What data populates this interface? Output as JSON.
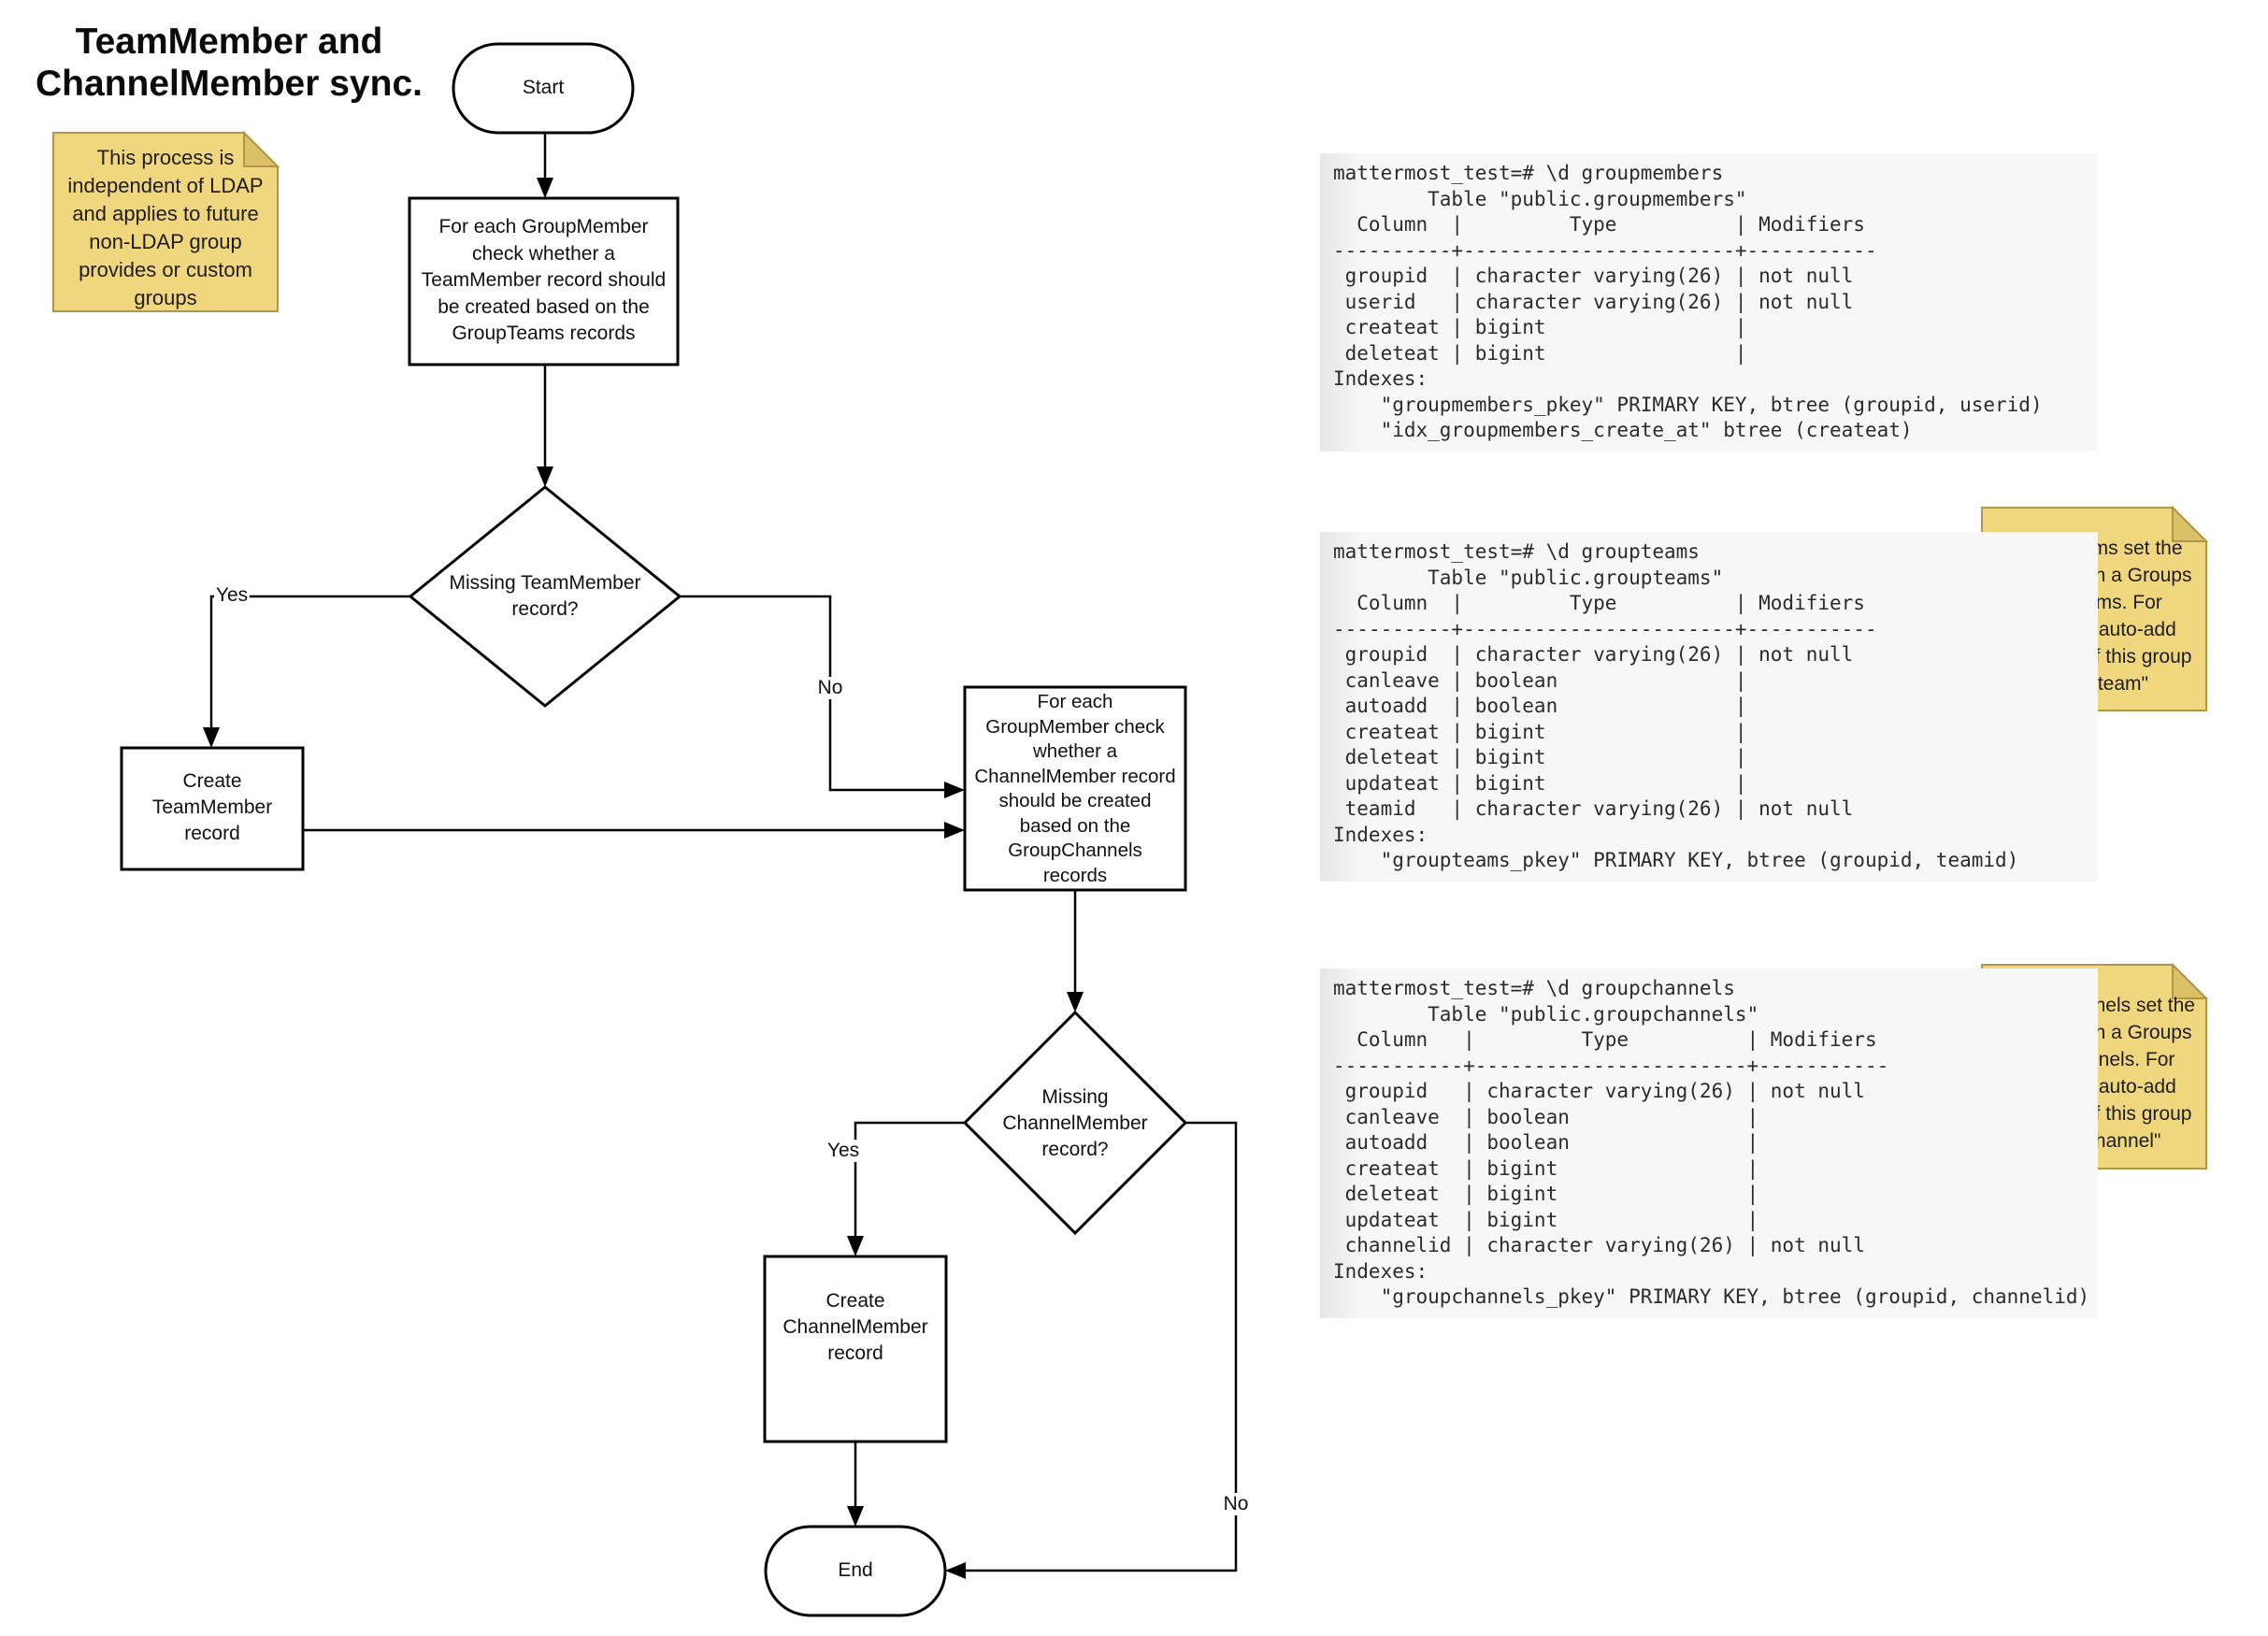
{
  "title": "TeamMember and\nChannelMember sync.",
  "notes": {
    "process_note": "This process is\nindependent of LDAP\nand applies to future\nnon-LDAP group\nprovides or custom\ngroups",
    "groupteams_note": "GroupTeams set the\nlink between a Groups\nand Teams. For\nexample \"auto-add\nmembers of this group\nto this team\"",
    "groupchannels_note": "GroupChannels set the\nlink between a Groups\nand Channels. For\nexample \"auto-add\nmembers of this group\nto this channel\""
  },
  "flowchart": {
    "start": "Start",
    "check_teammember": "For each GroupMember\ncheck whether a\nTeamMember record should\nbe created based on the\nGroupTeams records",
    "missing_teammember": "Missing TeamMember\nrecord?",
    "create_teammember": "Create\nTeamMember\nrecord",
    "check_channelmember": "For each\nGroupMember check\nwhether a\nChannelMember record\nshould be created\nbased on the\nGroupChannels\nrecords",
    "missing_channelmember": "Missing\nChannelMember\nrecord?",
    "create_channelmember": "Create\nChannelMember\nrecord",
    "end": "End",
    "labels": {
      "yes1": "Yes",
      "no1": "No",
      "yes2": "Yes",
      "no2": "No"
    }
  },
  "code_blocks": {
    "groupmembers": "mattermost_test=# \\d groupmembers\n        Table \"public.groupmembers\"\n  Column  |         Type          | Modifiers\n----------+-----------------------+-----------\n groupid  | character varying(26) | not null\n userid   | character varying(26) | not null\n createat | bigint                |\n deleteat | bigint                |\nIndexes:\n    \"groupmembers_pkey\" PRIMARY KEY, btree (groupid, userid)\n    \"idx_groupmembers_create_at\" btree (createat)",
    "groupteams": "mattermost_test=# \\d groupteams\n        Table \"public.groupteams\"\n  Column  |         Type          | Modifiers\n----------+-----------------------+-----------\n groupid  | character varying(26) | not null\n canleave | boolean               |\n autoadd  | boolean               |\n createat | bigint                |\n deleteat | bigint                |\n updateat | bigint                |\n teamid   | character varying(26) | not null\nIndexes:\n    \"groupteams_pkey\" PRIMARY KEY, btree (groupid, teamid)",
    "groupchannels": "mattermost_test=# \\d groupchannels\n        Table \"public.groupchannels\"\n  Column   |         Type          | Modifiers\n-----------+-----------------------+-----------\n groupid   | character varying(26) | not null\n canleave  | boolean               |\n autoadd   | boolean               |\n createat  | bigint                |\n deleteat  | bigint                |\n updateat  | bigint                |\n channelid | character varying(26) | not null\nIndexes:\n    \"groupchannels_pkey\" PRIMARY KEY, btree (groupid, channelid)"
  },
  "colors": {
    "note_fill": "#F0D67C",
    "note_border": "#B0954A",
    "note_fold": "#DCC066",
    "line_color": "#000000",
    "code_background": "#F3F3F3"
  }
}
